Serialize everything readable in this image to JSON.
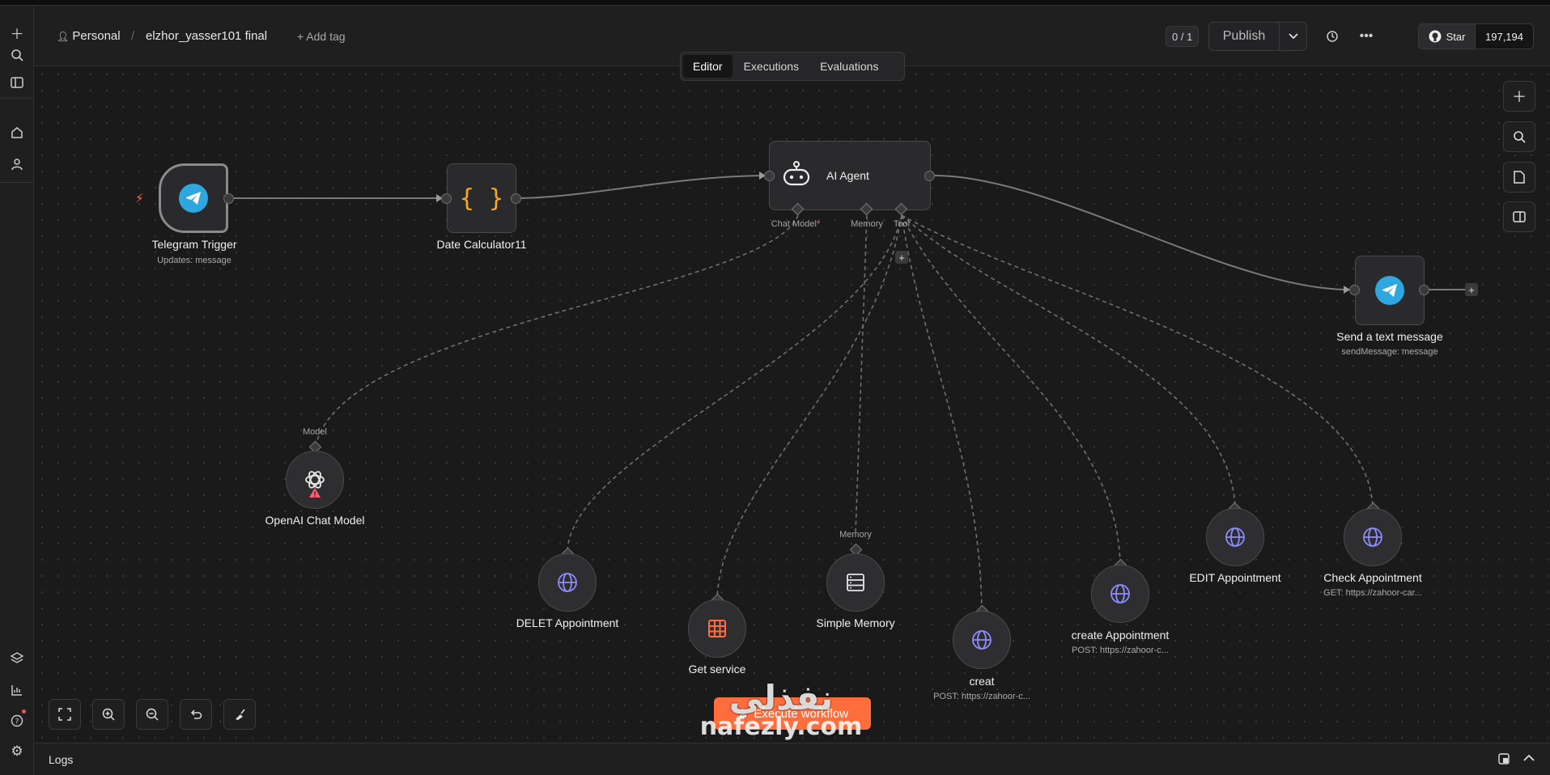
{
  "header": {
    "project": "Personal",
    "workflow_name": "elzhor_yasser101 final",
    "add_tag": "+ Add tag",
    "version": "0 / 1",
    "publish": "Publish",
    "github_star": "Star",
    "github_count": "197,194"
  },
  "tabs": [
    "Editor",
    "Executions",
    "Evaluations"
  ],
  "nodes": {
    "telegram_trigger": {
      "name": "Telegram Trigger",
      "sub": "Updates: message"
    },
    "date_calc": {
      "name": "Date Calculator11"
    },
    "ai_agent": {
      "name": "AI Agent",
      "port_chat": "Chat Model",
      "port_memory": "Memory",
      "port_tool": "Tool",
      "required": "*"
    },
    "send_msg": {
      "name": "Send a text message",
      "sub": "sendMessage: message"
    },
    "openai": {
      "name": "OpenAI Chat Model",
      "port": "Model"
    },
    "delet": {
      "name": "DELET Appointment"
    },
    "get_service": {
      "name": "Get service"
    },
    "memory": {
      "name": "Simple Memory",
      "port": "Memory"
    },
    "creat": {
      "name": "creat",
      "sub": "POST: https://zahoor-c..."
    },
    "create_appt": {
      "name": "create Appointment",
      "sub": "POST: https://zahoor-c..."
    },
    "edit_appt": {
      "name": "EDIT Appointment"
    },
    "check_appt": {
      "name": "Check Appointment",
      "sub": "GET: https://zahoor-car..."
    }
  },
  "execute_button": "Execute workflow",
  "logs": "Logs",
  "watermark": {
    "arabic": "نفذلي",
    "latin": "nafezly.com"
  },
  "colors": {
    "accent": "#ff6d3d",
    "telegram": "#2ea6e0",
    "globe": "#8c8cff",
    "table": "#ff6d3d"
  }
}
